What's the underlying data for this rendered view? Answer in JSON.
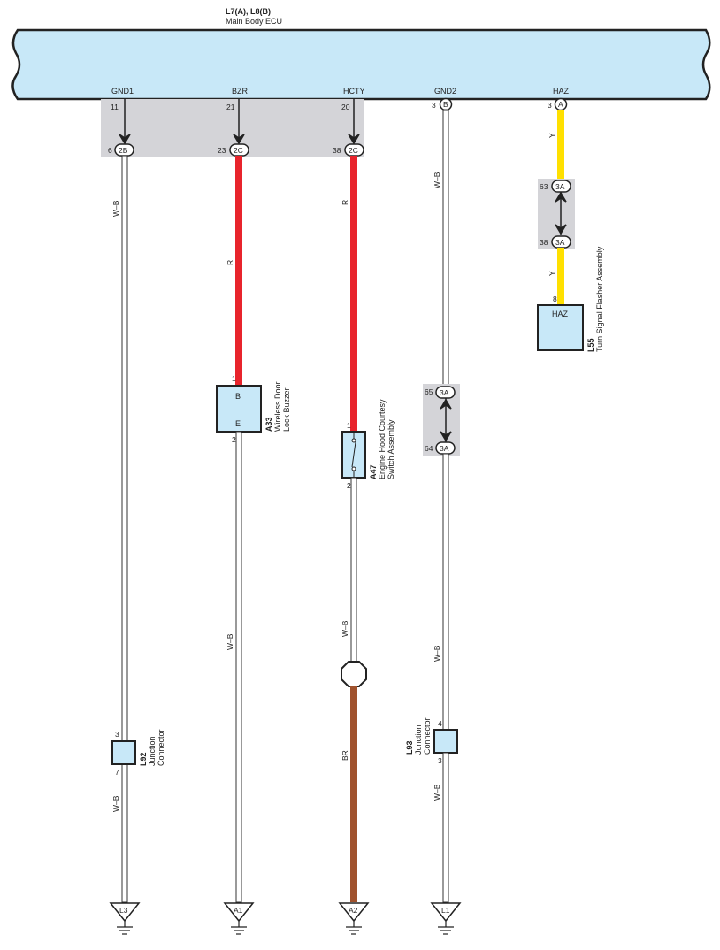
{
  "ecu": {
    "code": "L7(A), L8(B)",
    "name": "Main Body ECU",
    "terminals": [
      "GND1",
      "BZR",
      "HCTY",
      "GND2",
      "HAZ"
    ]
  },
  "connectors": {
    "gnd1": {
      "ecu_pin": "11",
      "junction_pin": "6",
      "junction_id": "2B"
    },
    "bzr": {
      "ecu_pin": "21",
      "junction_pin": "23",
      "junction_id": "2C"
    },
    "hcty": {
      "ecu_pin": "20",
      "junction_pin": "38",
      "junction_id": "2C"
    },
    "gnd2": {
      "ecu_pin": "3",
      "connector_id": "B"
    },
    "haz": {
      "ecu_pin": "3",
      "connector_id": "A"
    }
  },
  "wires": {
    "w_b": "W–B",
    "r": "R",
    "y": "Y",
    "br": "BR"
  },
  "colors": {
    "ecu_fill": "#c8e8f8",
    "component_fill": "#c8e8f8",
    "junction_block": "#d4d4d8",
    "red_wire": "#e8242c",
    "yellow_wire": "#ffe000",
    "brown_wire": "#a0522d",
    "white_wire": "#ffffff"
  },
  "haz_joint": {
    "pin_top": "63",
    "pin_bottom": "38",
    "id": "3A"
  },
  "gnd2_joint": {
    "pin_top": "65",
    "pin_bottom": "64",
    "id": "3A"
  },
  "components": {
    "l55": {
      "code": "L55",
      "name": "Turn Signal Flasher Assembly",
      "terminal": "HAZ",
      "pin": "8"
    },
    "a33": {
      "code": "A33",
      "name_line1": "Wireless Door",
      "name_line2": "Lock Buzzer",
      "terminal_top": "B",
      "terminal_bottom": "E",
      "pin_top": "1",
      "pin_bottom": "2"
    },
    "a47": {
      "code": "A47",
      "name_line1": "Engine Hood Courtesy",
      "name_line2": "Switch Assembly",
      "pin_top": "1",
      "pin_bottom": "2"
    },
    "l92": {
      "code": "L92",
      "name_line1": "Junction",
      "name_line2": "Connector",
      "pin_top": "3",
      "pin_bottom": "7"
    },
    "l93": {
      "code": "L93",
      "name_line1": "Junction",
      "name_line2": "Connector",
      "pin_top": "4",
      "pin_bottom": "3"
    }
  },
  "grounds": [
    "L3",
    "A1",
    "A2",
    "L1"
  ]
}
